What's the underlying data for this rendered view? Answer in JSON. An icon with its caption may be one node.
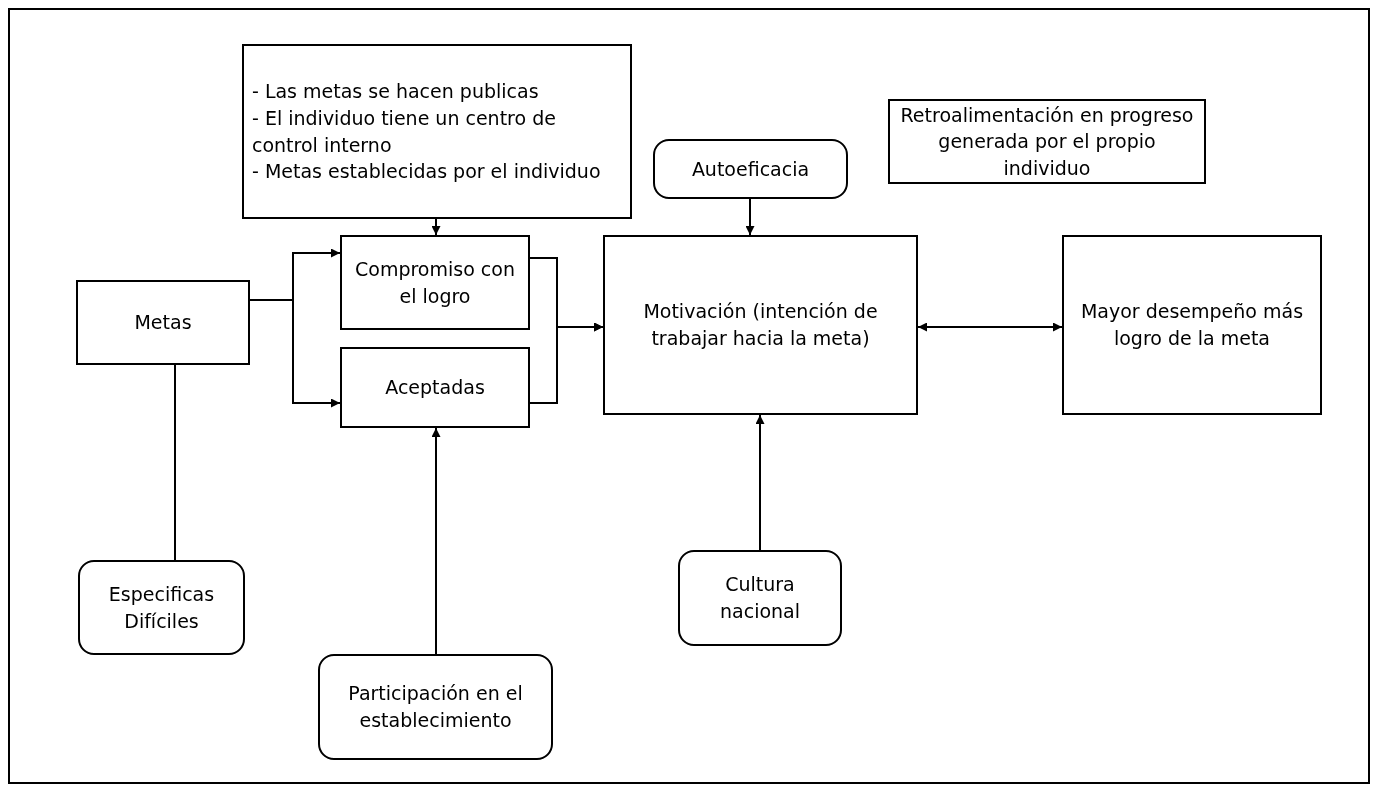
{
  "diagram": {
    "nodes": [
      {
        "text": [
          "- Las metas se hacen publicas",
          "- El individuo tiene un centro de control interno",
          "- Metas establecidas por el individuo"
        ]
      },
      {
        "text": [
          "Retroalimentación en progreso generada por el propio individuo"
        ]
      },
      {
        "text": [
          "Autoeficacia"
        ]
      },
      {
        "text": [
          "Compromiso con el logro"
        ]
      },
      {
        "text": [
          "Metas"
        ]
      },
      {
        "text": [
          "Motivación (intención de trabajar hacia la meta)"
        ]
      },
      {
        "text": [
          "Mayor desempeño más logro de la meta"
        ]
      },
      {
        "text": [
          "Aceptadas"
        ]
      },
      {
        "text": [
          "Especificas Difíciles"
        ]
      },
      {
        "text": [
          "Cultura nacional"
        ]
      },
      {
        "text": [
          "Participación en el establecimiento"
        ]
      }
    ],
    "edges": [
      {
        "from": 0,
        "to": 3,
        "arrow": "to"
      },
      {
        "from": 4,
        "to": 3,
        "arrow": "to"
      },
      {
        "from": 4,
        "to": 7,
        "arrow": "to"
      },
      {
        "from": 3,
        "to": 5,
        "arrow": "to"
      },
      {
        "from": 7,
        "to": 5,
        "arrow": "to"
      },
      {
        "from": 2,
        "to": 5,
        "arrow": "to"
      },
      {
        "from": 5,
        "to": 6,
        "arrow": "both"
      },
      {
        "from": 9,
        "to": 5,
        "arrow": "to"
      },
      {
        "from": 10,
        "to": 7,
        "arrow": "to"
      },
      {
        "from": 4,
        "to": 8,
        "arrow": "none"
      }
    ]
  }
}
